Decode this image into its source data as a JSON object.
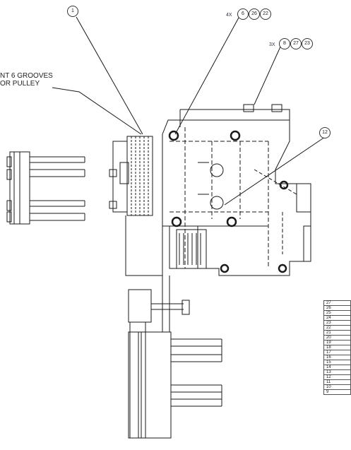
{
  "note": {
    "line1": "NT 6 GROOVES",
    "line2": "OR PULLEY"
  },
  "callouts": [
    {
      "id": "balloon-1",
      "items": [
        {
          "num": "1"
        }
      ]
    },
    {
      "id": "callout-4x",
      "qty": "4X",
      "items": [
        {
          "num": "6"
        },
        {
          "num": "26"
        },
        {
          "num": "22"
        }
      ]
    },
    {
      "id": "callout-3x",
      "qty": "3X",
      "items": [
        {
          "num": "8"
        },
        {
          "num": "27"
        },
        {
          "num": "23"
        }
      ]
    },
    {
      "id": "balloon-12",
      "items": [
        {
          "num": "12"
        }
      ]
    }
  ],
  "bom_rows": [
    "27",
    "26",
    "25",
    "24",
    "23",
    "22",
    "21",
    "20",
    "19",
    "18",
    "17",
    "16",
    "15",
    "14",
    "13",
    "12",
    "11",
    "10",
    "9"
  ],
  "colors": {
    "line": "#1a1a1a",
    "qty_text": "#334"
  }
}
